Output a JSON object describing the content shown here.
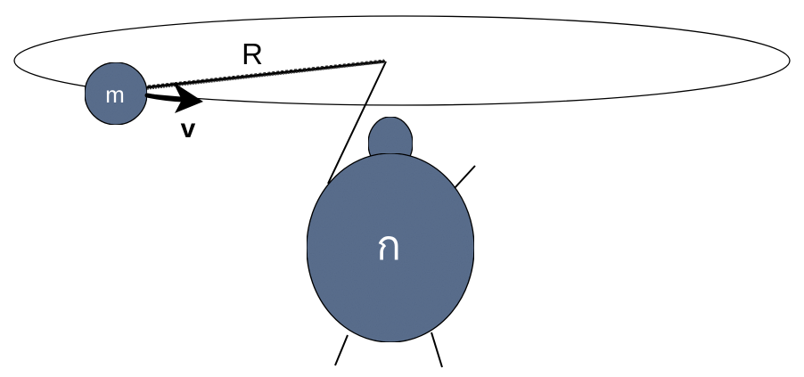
{
  "labels": {
    "mass": "m",
    "radius": "R",
    "velocity": "v",
    "figure_glyph": "ก"
  },
  "colors": {
    "fill": "#5b6f8f",
    "stroke": "#000000",
    "label_light": "#ffffff",
    "label_dark": "#000000",
    "background": "#ffffff"
  }
}
